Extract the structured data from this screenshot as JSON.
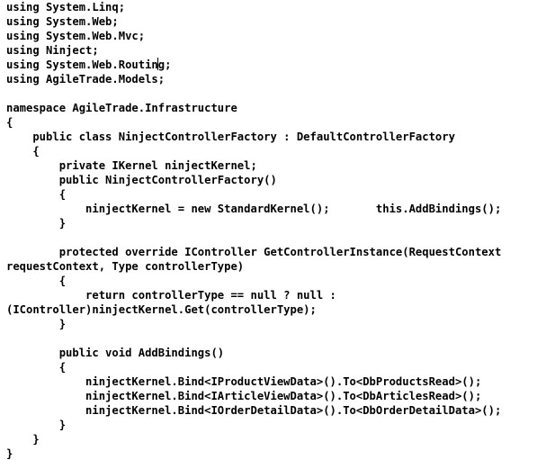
{
  "code_editor": {
    "lines": [
      "using System.Linq;",
      "using System.Web;",
      "using System.Web.Mvc;",
      "using Ninject;",
      "using System.Web.Routing;",
      "using AgileTrade.Models;",
      "",
      "namespace AgileTrade.Infrastructure",
      "{",
      "    public class NinjectControllerFactory : DefaultControllerFactory",
      "    {",
      "        private IKernel ninjectKernel;",
      "        public NinjectControllerFactory()",
      "        {",
      "            ninjectKernel = new StandardKernel();       this.AddBindings();",
      "        }",
      "",
      "        protected override IController GetControllerInstance(RequestContext",
      "requestContext, Type controllerType)",
      "        {",
      "            return controllerType == null ? null :",
      "(IController)ninjectKernel.Get(controllerType);",
      "        }",
      "",
      "        public void AddBindings()",
      "        {",
      "            ninjectKernel.Bind<IProductViewData>().To<DbProductsRead>();",
      "            ninjectKernel.Bind<IArticleViewData>().To<DbArticlesRead>();",
      "            ninjectKernel.Bind<IOrderDetailData>().To<DbOrderDetailData>();",
      "        }",
      "    }",
      "}"
    ]
  }
}
